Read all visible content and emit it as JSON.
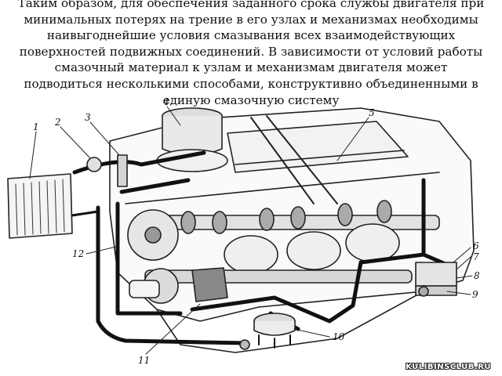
{
  "paragraph": {
    "lines": [
      "Таким образом, для обеспечения заданного срока службы двигателя при",
      "минимальных потерях на трение в его узлах и механизмах необходимы",
      "наивыгоднейшие условия смазывания всех взаимодействующих",
      "поверхностей подвижных соединений. В зависимости от условий работы",
      "смазочный материал к узлам и механизмам двигателя может",
      "подводиться несколькими способами, конструктивно объединенными в",
      "единую смазочную систему"
    ]
  },
  "diagram": {
    "callouts": [
      "1",
      "2",
      "3",
      "4",
      "5",
      "6",
      "7",
      "8",
      "9",
      "10",
      "11",
      "12"
    ]
  },
  "watermark": "KULIBINSCLUB.RU"
}
